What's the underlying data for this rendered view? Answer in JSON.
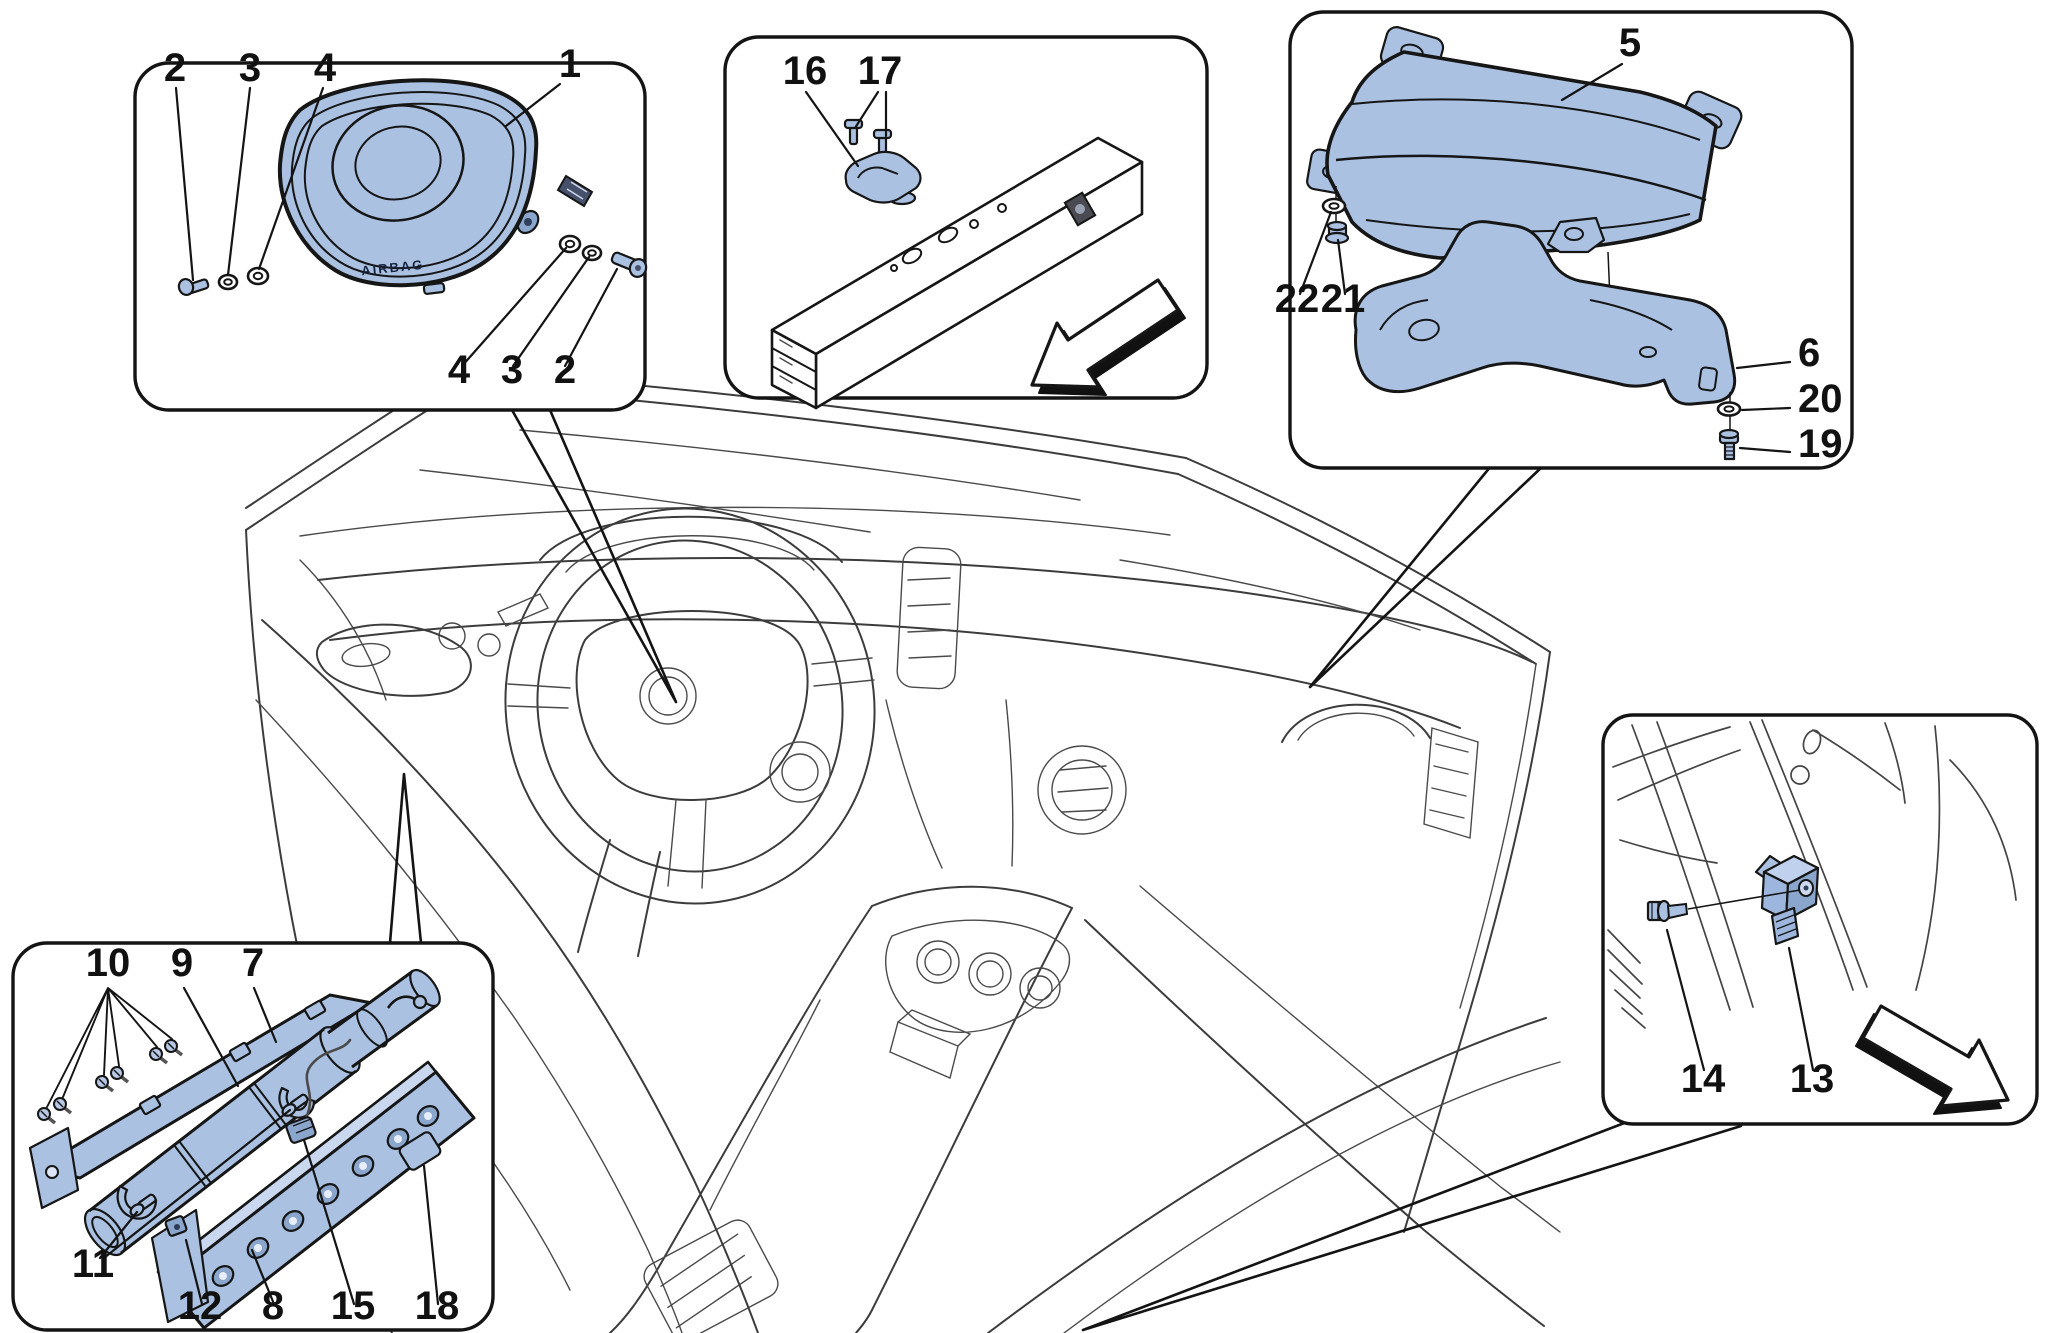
{
  "document_type": "airbag system parts diagram",
  "colors": {
    "part_fill": "#aac1e2",
    "part_fill_dark": "#8aa6cc",
    "part_fill_light": "#c9d8ee",
    "outline": "#161616",
    "car_line": "#3c3c3c",
    "background": "#ffffff"
  },
  "driver_airbag_box": {
    "module_text": "AIRBAG",
    "callouts": {
      "top_2": "2",
      "top_3": "3",
      "top_4": "4",
      "module": "1",
      "bottom_4": "4",
      "bottom_3": "3",
      "bottom_2": "2"
    }
  },
  "crash_bar_box": {
    "callouts": {
      "sensor": "16",
      "bolts": "17"
    }
  },
  "passenger_airbag_box": {
    "callouts": {
      "module": "5",
      "washer": "22",
      "nut": "21",
      "bracket": "6",
      "washer_lower": "20",
      "bolt": "19"
    }
  },
  "side_airbag_box": {
    "callouts": {
      "screws": "10",
      "rail": "9",
      "airbag": "7",
      "bolts": "11",
      "clip": "12",
      "sill_rail": "8",
      "connector": "15",
      "pad": "18"
    }
  },
  "sensor_box": {
    "callouts": {
      "bolt": "14",
      "sensor": "13"
    }
  }
}
